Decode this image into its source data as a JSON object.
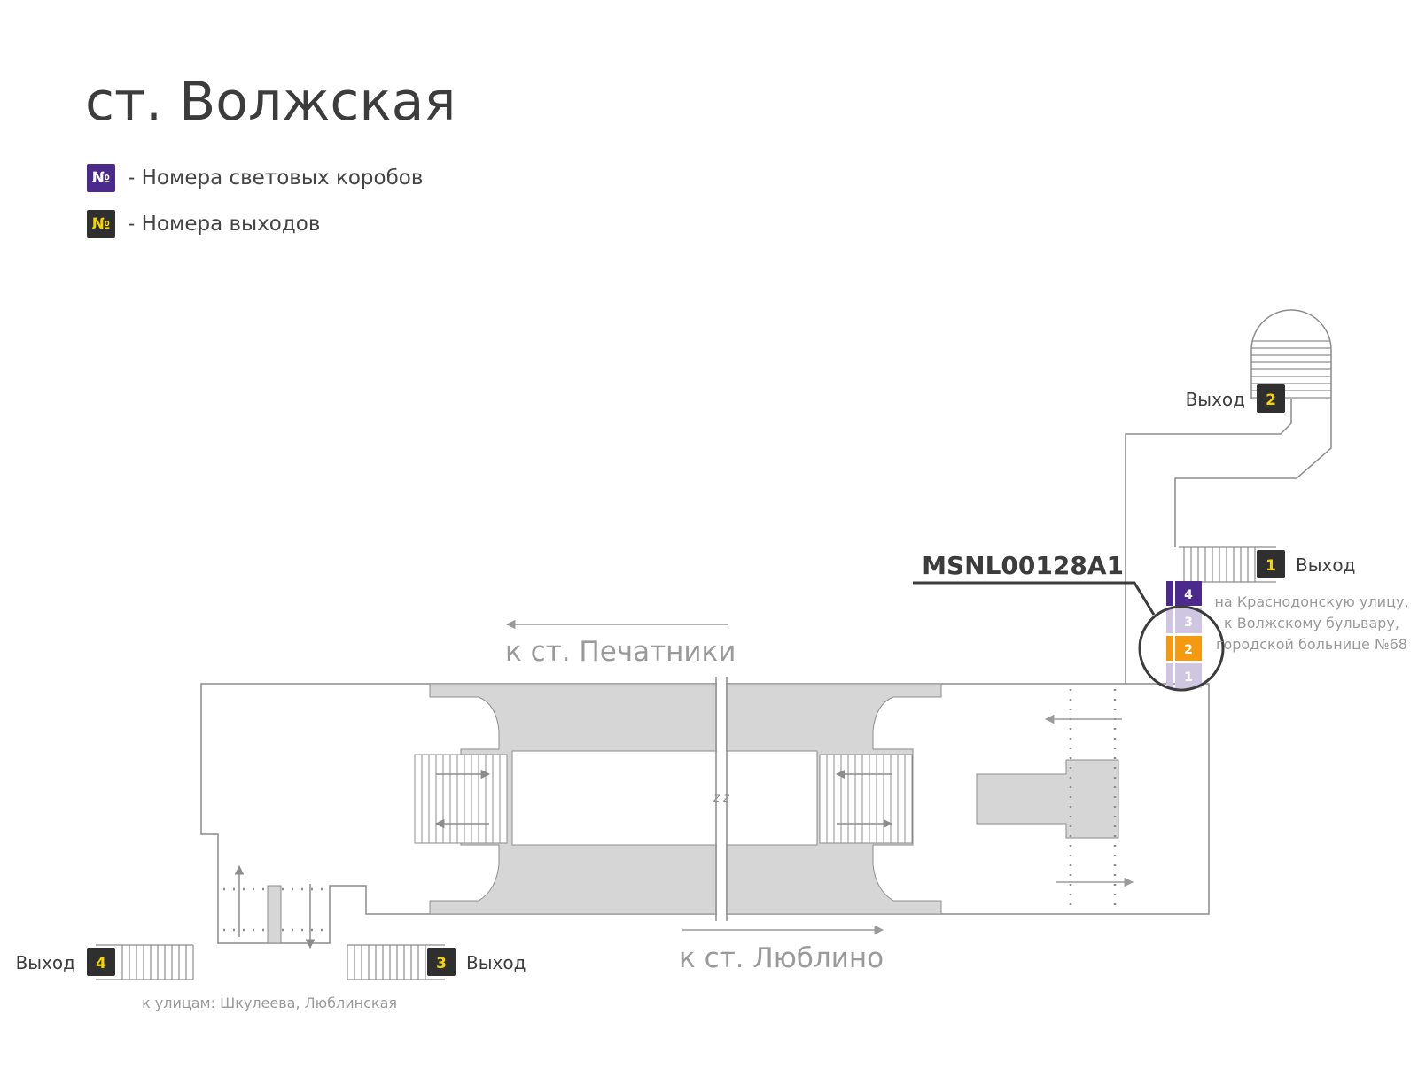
{
  "title": "ст. Волжская",
  "legend": [
    {
      "badge": "№",
      "text": "- Номера световых коробов",
      "bg": "#4b2a8c",
      "fg": "#ffffff"
    },
    {
      "badge": "№",
      "text": "- Номера выходов",
      "bg": "#2f2f2f",
      "fg": "#f5d400"
    }
  ],
  "colors": {
    "lightbox": "#4b2a8c",
    "lightbox_faded": "#cfc6e2",
    "lightbox_active": "#f39a10",
    "exit_badge": "#2f2f2f",
    "exit_number": "#f5d400",
    "platform": "#d6d6d6",
    "outline": "#8c8c8c",
    "direction_text": "#9a9a9a"
  },
  "directions": {
    "pechatniki": "к ст. Печатники",
    "lublino": "к ст. Люблино"
  },
  "exits": [
    {
      "number": "1",
      "label": "Выход"
    },
    {
      "number": "2",
      "label": "Выход"
    },
    {
      "number": "3",
      "label": "Выход"
    },
    {
      "number": "4",
      "label": "Выход"
    }
  ],
  "lightboxes": [
    "4",
    "3",
    "2",
    "1"
  ],
  "highlighted_box": "2",
  "code": "MSNL00128A1",
  "note_right": [
    "на Краснодонскую улицу,",
    "к Волжскому бульвару,",
    "городской больнице №68"
  ],
  "note_bottom": "к улицам: Шкулеева, Люблинская",
  "break_mark": "z z"
}
